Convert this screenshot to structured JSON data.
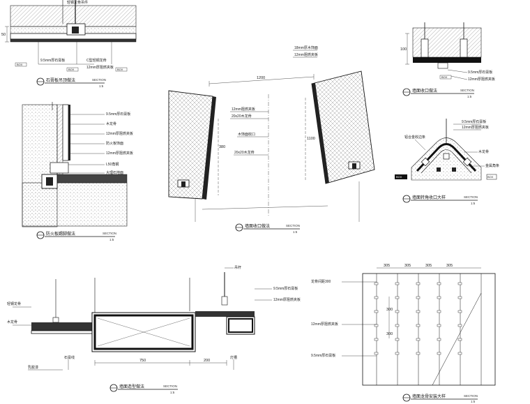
{
  "colors": {
    "line": "#1a1a1a",
    "hatch": "#555555",
    "fill_dark": "#111111",
    "paper": "#ffffff"
  },
  "details": {
    "d1": {
      "title": "石膏板吊顶做法",
      "scale": "1:5",
      "code": "SECTION",
      "callouts": [
        "9.5mm厚石膏板",
        "C型轻钢龙骨",
        "12mm厚阻燃夹板",
        "轻钢龙骨吊件"
      ],
      "dims": [
        "50"
      ],
      "tags": [
        "BOX",
        "BOX",
        "BOX"
      ]
    },
    "d2": {
      "title": "防火板踢脚做法",
      "scale": "1:5",
      "code": "SECTION",
      "callouts": [
        "9.5mm厚石膏板",
        "木龙骨",
        "12mm厚阻燃夹板",
        "防火板饰面",
        "12mm厚阻燃夹板",
        "L50角钢",
        "大理石地面"
      ]
    },
    "d3": {
      "title": "墙面收口做法",
      "scale": "1:5",
      "code": "SECTION",
      "dims": [
        "1200",
        "380",
        "1100"
      ],
      "callouts": [
        "18mm厚木饰面",
        "12mm阻燃夹板",
        "12mm阻燃夹板",
        "20x20木龙骨",
        "木饰面收口",
        "20x20木龙骨"
      ]
    },
    "d4": {
      "title": "墙面收口做法",
      "scale": "1:5",
      "code": "SECTION",
      "dims": [
        "100"
      ],
      "callouts": [
        "9.5mm厚石膏板",
        "12mm厚阻燃夹板"
      ],
      "tags": [
        "BOX"
      ]
    },
    "d5": {
      "title": "墙面转角收口大样",
      "scale": "1:5",
      "code": "SECTION",
      "callouts": [
        "9.5mm厚石膏板",
        "12mm厚阻燃夹板",
        "铝合金收边条",
        "木龙骨",
        "金属角条"
      ],
      "tags": [
        "BOX",
        "BOX"
      ]
    },
    "d6": {
      "title": "墙面造型做法",
      "scale": "1:5",
      "code": "SECTION",
      "dims": [
        "750",
        "200"
      ],
      "callouts": [
        "吊杆",
        "9.5mm厚石膏板",
        "12mm厚阻燃夹板",
        "轻钢龙骨",
        "木龙骨",
        "乳胶漆",
        "石膏线",
        "灯槽"
      ]
    },
    "d7": {
      "title": "墙面龙骨安装大样",
      "scale": "1:5",
      "code": "SECTION",
      "dims": [
        "305",
        "305",
        "305",
        "305",
        "300",
        "300"
      ],
      "callouts": [
        "龙骨间距300",
        "12mm厚阻燃夹板",
        "9.5mm厚石膏板"
      ]
    }
  }
}
